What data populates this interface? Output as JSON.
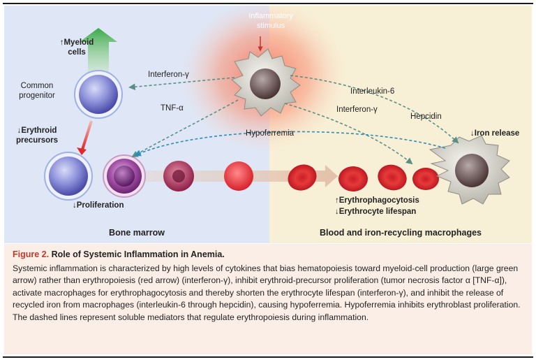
{
  "diagram": {
    "stimulus_label": "Inflammatory\nstimulus",
    "myeloid_label": "↑Myeloid\ncells",
    "progenitor_label": "Common\nprogenitor",
    "erythroid_label": "↓Erythroid\nprecursors",
    "proliferation_label": "↓Proliferation",
    "interferon_top": "Interferon-γ",
    "tnf_label": "TNF-α",
    "hypoferremia_label": "Hypoferremia",
    "interleukin_label": "Interleukin-6",
    "interferon_right": "Interferon-γ",
    "hepcidin_label": "Hepcidin",
    "iron_release_label": "↓Iron release",
    "erythrophago_label": "↑Erythrophagocytosis",
    "lifespan_label": "↓Erythrocyte lifespan",
    "bone_marrow_label": "Bone marrow",
    "blood_label": "Blood and iron-recycling macrophages"
  },
  "caption": {
    "figure_number": "Figure 2.",
    "title": "Role of Systemic Inflammation in Anemia.",
    "body": "Systemic inflammation is characterized by high levels of cytokines that bias hematopoiesis toward myeloid-cell production (large green arrow) rather than erythropoiesis (red arrow) (interferon-γ), inhibit erythroid-precursor proliferation (tumor necrosis factor α [TNF-α]), activate macrophages for erythrophagocytosis and thereby shorten the erythrocyte lifespan (interferon-γ), and inhibit the release of recycled iron from macrophages (interleukin-6 through hepcidin), causing hypoferremia. Hypoferremia inhibits erythroblast proliferation. The dashed lines represent soluble mediators that regulate erythropoiesis during inflammation."
  },
  "colors": {
    "bone_marrow_bg": "#dfe6f5",
    "blood_bg": "#f8f0d6",
    "caption_bg": "#fbeee6",
    "accent_red": "#c0392b",
    "myeloid_green": "#4caf50",
    "hypoferremia_blue": "#2a8fb8",
    "mediator_dash": "#5a8f86"
  }
}
